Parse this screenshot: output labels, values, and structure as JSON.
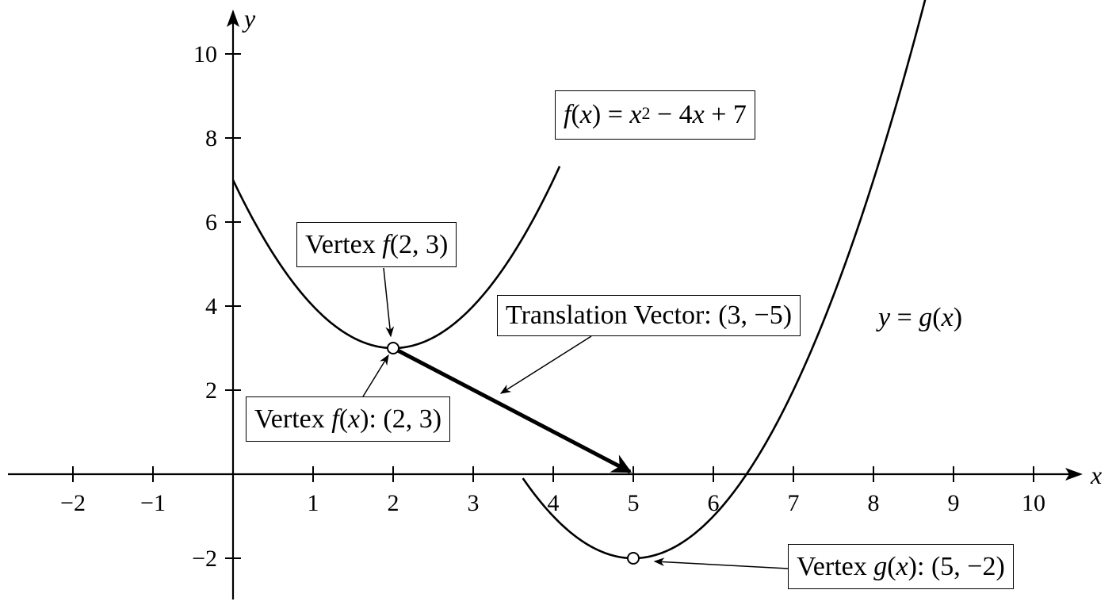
{
  "x_axis": {
    "label": "x",
    "ticks": [
      {
        "value": -2,
        "text": "−2"
      },
      {
        "value": -1,
        "text": "−1"
      },
      {
        "value": 1,
        "text": "1"
      },
      {
        "value": 2,
        "text": "2"
      },
      {
        "value": 3,
        "text": "3"
      },
      {
        "value": 4,
        "text": "4"
      },
      {
        "value": 5,
        "text": "5"
      },
      {
        "value": 6,
        "text": "6"
      },
      {
        "value": 7,
        "text": "7"
      },
      {
        "value": 8,
        "text": "8"
      },
      {
        "value": 9,
        "text": "9"
      },
      {
        "value": 10,
        "text": "10"
      }
    ]
  },
  "y_axis": {
    "label": "y",
    "ticks": [
      {
        "value": -2,
        "text": "−2"
      },
      {
        "value": 2,
        "text": "2"
      },
      {
        "value": 4,
        "text": "4"
      },
      {
        "value": 6,
        "text": "6"
      },
      {
        "value": 8,
        "text": "8"
      },
      {
        "value": 10,
        "text": "10"
      }
    ]
  },
  "curves": {
    "f": {
      "a": 1,
      "h": 2,
      "k": 3,
      "x_from": 0,
      "x_to": 4.08
    },
    "g": {
      "a": 1,
      "h": 5,
      "k": -2,
      "x_from": 3.62,
      "x_to": 8.72
    }
  },
  "points": {
    "vertex_f": {
      "x": 2,
      "y": 3
    },
    "vertex_g": {
      "x": 5,
      "y": -2
    }
  },
  "translation": {
    "from": [
      2,
      3
    ],
    "to": [
      5,
      0
    ]
  },
  "labels": {
    "f_formula": {
      "pre": "f",
      "mid": "(",
      "var": "x",
      "post": ") = ",
      "var2": "x",
      "sup": "2",
      "tail": " − 4",
      "var3": "x",
      "end": " + 7"
    },
    "vertex_f_top": {
      "pre": "Vertex ",
      "fn": "f",
      "post": "(2, 3)"
    },
    "vertex_f_bottom": {
      "pre": "Vertex ",
      "fn": "f",
      "open": "(",
      "var": "x",
      "post": "): (2, 3)"
    },
    "translation_vector": "Translation Vector: (3, −5)",
    "g_label": {
      "var": "y",
      "mid": " = ",
      "fn": "g",
      "open": "(",
      "var2": "x",
      "close": ")"
    },
    "vertex_g": {
      "pre": "Vertex ",
      "fn": "g",
      "open": "(",
      "var": "x",
      "post": "): (5, −2)"
    }
  }
}
